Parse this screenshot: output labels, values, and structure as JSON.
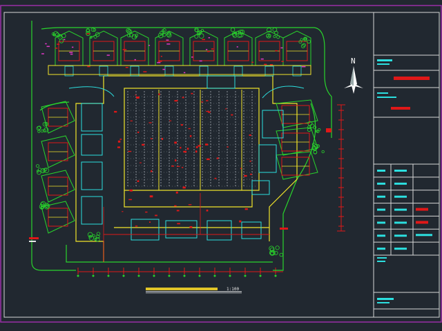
{
  "drawing": {
    "north_label": "N",
    "scale_label": "1:100",
    "colors": {
      "background": "#212830",
      "frame": "#ffffff",
      "border": "#9b2fa7",
      "wall_green": "#29d52c",
      "wall_yellow": "#f2e52a",
      "wall_red": "#e01818",
      "cyan": "#2ce0e0",
      "white": "#e8e8e8",
      "magenta": "#e038c8"
    }
  },
  "title_block": {
    "rows": 7
  }
}
